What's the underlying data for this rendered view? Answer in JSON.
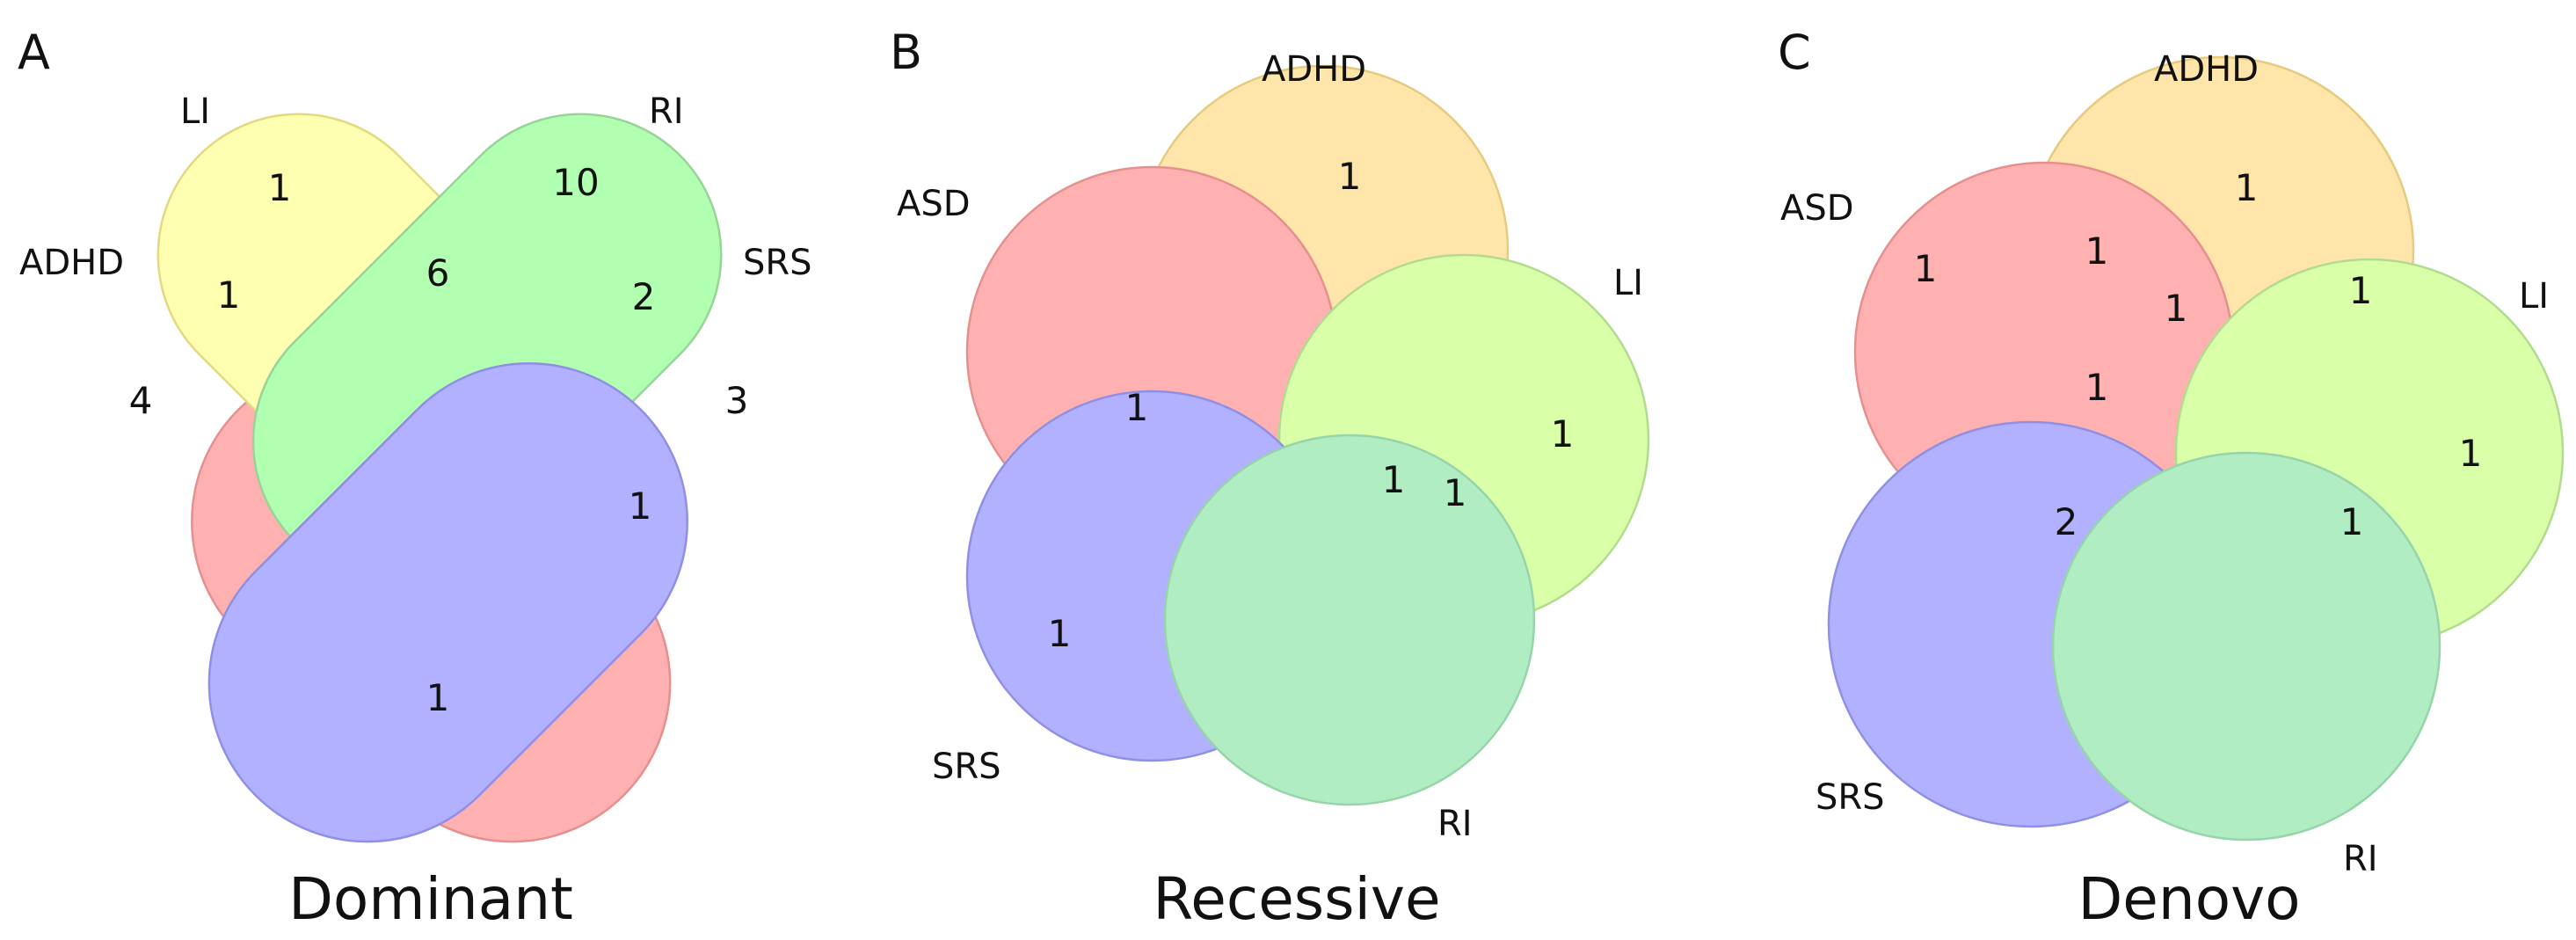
{
  "panels": [
    {
      "letter": "A",
      "caption": "Dominant",
      "sets": [
        {
          "name": "LI",
          "fill": "#ffff66",
          "stroke": "#c8b400"
        },
        {
          "name": "RI",
          "fill": "#66ff66",
          "stroke": "#33aa33"
        },
        {
          "name": "ADHD",
          "fill": "#ff6666",
          "stroke": "#cc2222"
        },
        {
          "name": "SRS",
          "fill": "#6666ff",
          "stroke": "#2222cc"
        }
      ],
      "counts": [
        "1",
        "10",
        "1",
        "6",
        "2",
        "4",
        "3",
        "1",
        "1"
      ]
    },
    {
      "letter": "B",
      "caption": "Recessive",
      "sets": [
        {
          "name": "ADHD",
          "fill": "#ffcc55",
          "stroke": "#cc9900"
        },
        {
          "name": "ASD",
          "fill": "#ff6666",
          "stroke": "#cc2222"
        },
        {
          "name": "LI",
          "fill": "#b5ff55",
          "stroke": "#66bb22"
        },
        {
          "name": "SRS",
          "fill": "#6666ff",
          "stroke": "#2222cc"
        },
        {
          "name": "RI",
          "fill": "#66dd88",
          "stroke": "#33aa55"
        }
      ],
      "counts": [
        "1",
        "1",
        "1",
        "1",
        "1",
        "1"
      ]
    },
    {
      "letter": "C",
      "caption": "Denovo",
      "sets": [
        {
          "name": "ADHD",
          "fill": "#ffcc55",
          "stroke": "#cc9900"
        },
        {
          "name": "ASD",
          "fill": "#ff6666",
          "stroke": "#cc2222"
        },
        {
          "name": "LI",
          "fill": "#b5ff55",
          "stroke": "#66bb22"
        },
        {
          "name": "SRS",
          "fill": "#6666ff",
          "stroke": "#2222cc"
        },
        {
          "name": "RI",
          "fill": "#66dd88",
          "stroke": "#33aa55"
        }
      ],
      "counts": [
        "1",
        "1",
        "1",
        "1",
        "1",
        "1",
        "1",
        "2",
        "1"
      ]
    }
  ]
}
